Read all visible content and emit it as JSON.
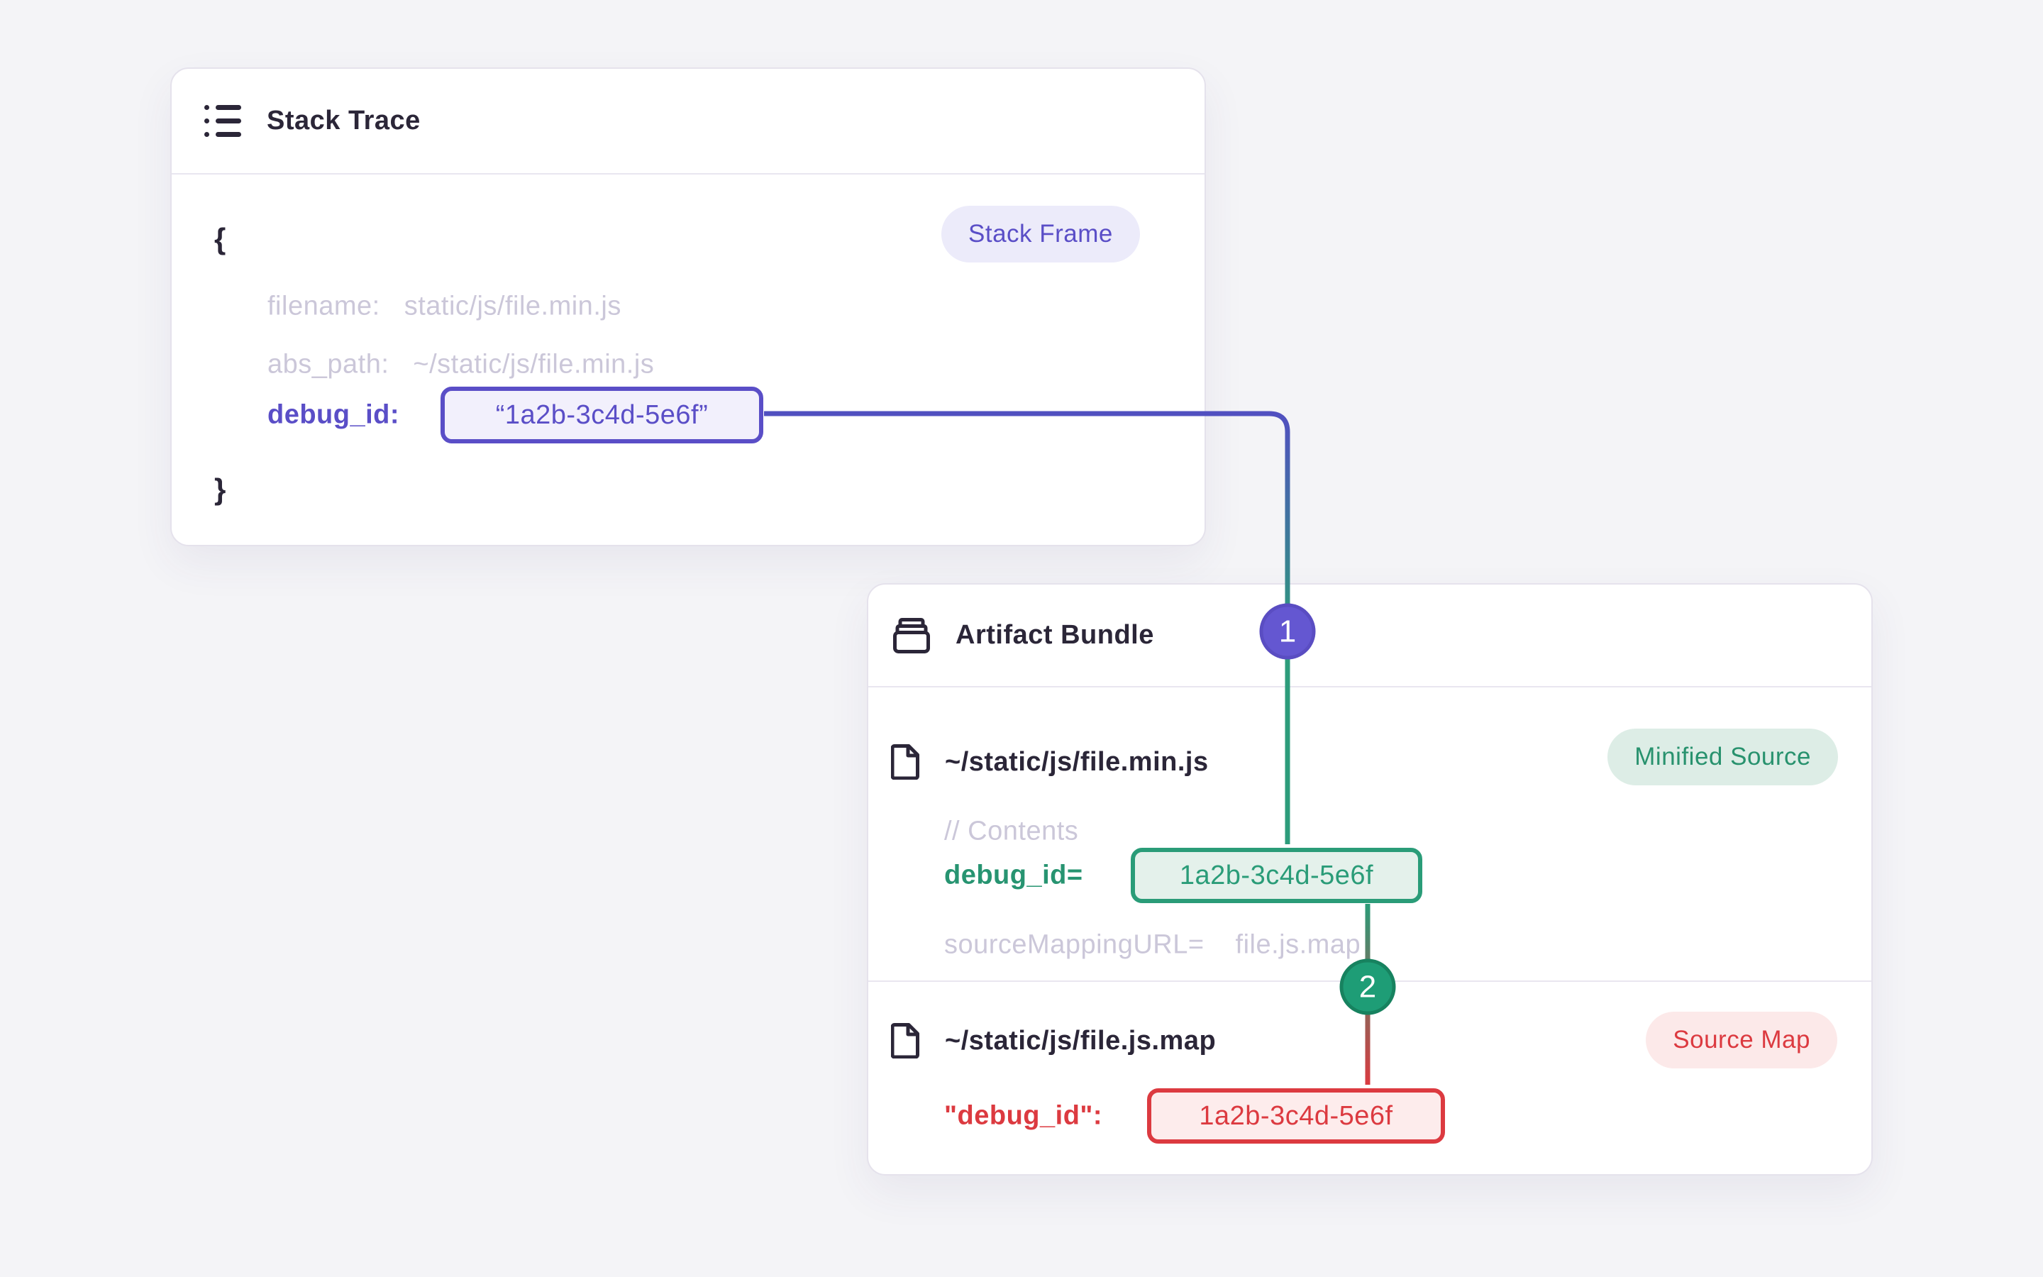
{
  "stack_trace_card": {
    "title": "Stack Trace",
    "badge": "Stack Frame",
    "open_brace": "{",
    "close_brace": "}",
    "filename_key": "filename:",
    "filename_value": "static/js/file.min.js",
    "abs_path_key": "abs_path:",
    "abs_path_value": "~/static/js/file.min.js",
    "debug_id_key": "debug_id:",
    "debug_id_value": "“1a2b-3c4d-5e6f”"
  },
  "artifact_card": {
    "title": "Artifact Bundle",
    "minified": {
      "path": "~/static/js/file.min.js",
      "badge": "Minified Source",
      "comment": "// Contents",
      "debug_key": "debug_id=",
      "debug_value": "1a2b-3c4d-5e6f",
      "mapping_key": "sourceMappingURL=",
      "mapping_value": "file.js.map"
    },
    "sourcemap": {
      "path": "~/static/js/file.js.map",
      "badge": "Source Map",
      "debug_key": "\"debug_id\":",
      "debug_value": "1a2b-3c4d-5e6f"
    }
  },
  "connectors": {
    "step1": "1",
    "step2": "2"
  },
  "colors": {
    "purple": "#5a4ec7",
    "indigo_line": "#5150c0",
    "green": "#2a9c78",
    "red": "#dc3a40",
    "badge1_fill": "#6457d1",
    "badge2_fill": "#1e9d76"
  }
}
